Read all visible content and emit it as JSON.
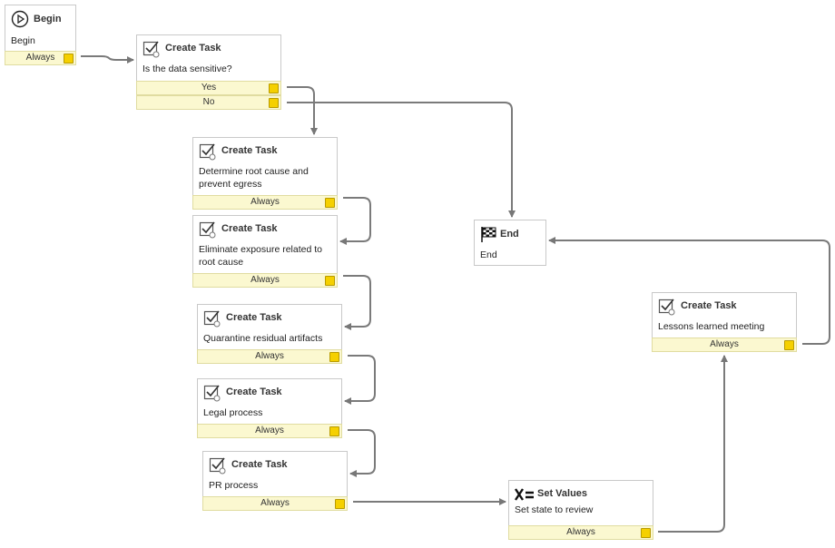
{
  "nodes": {
    "begin": {
      "title": "Begin",
      "desc": "Begin",
      "ports": [
        "Always"
      ]
    },
    "sensitive": {
      "title": "Create Task",
      "desc": "Is the data sensitive?",
      "ports": [
        "Yes",
        "No"
      ]
    },
    "root_cause": {
      "title": "Create Task",
      "desc": "Determine root cause and prevent egress",
      "ports": [
        "Always"
      ]
    },
    "eliminate": {
      "title": "Create Task",
      "desc": "Eliminate exposure related to root cause",
      "ports": [
        "Always"
      ]
    },
    "quarantine": {
      "title": "Create Task",
      "desc": "Quarantine residual artifacts",
      "ports": [
        "Always"
      ]
    },
    "legal": {
      "title": "Create Task",
      "desc": "Legal process",
      "ports": [
        "Always"
      ]
    },
    "pr": {
      "title": "Create Task",
      "desc": "PR process",
      "ports": [
        "Always"
      ]
    },
    "set_values": {
      "title": "Set Values",
      "desc": "Set state to review",
      "ports": [
        "Always"
      ]
    },
    "lessons": {
      "title": "Create Task",
      "desc": "Lessons learned meeting",
      "ports": [
        "Always"
      ]
    },
    "end": {
      "title": "End",
      "desc": "End",
      "ports": []
    }
  },
  "icons": {
    "begin": "play-circle-icon",
    "task": "checked-task-icon",
    "set_values": "x-equals-icon",
    "end": "checkered-flag-icon"
  },
  "colors": {
    "port_fill": "#fbf8d0",
    "knob": "#f5d000",
    "wire": "#777777"
  }
}
